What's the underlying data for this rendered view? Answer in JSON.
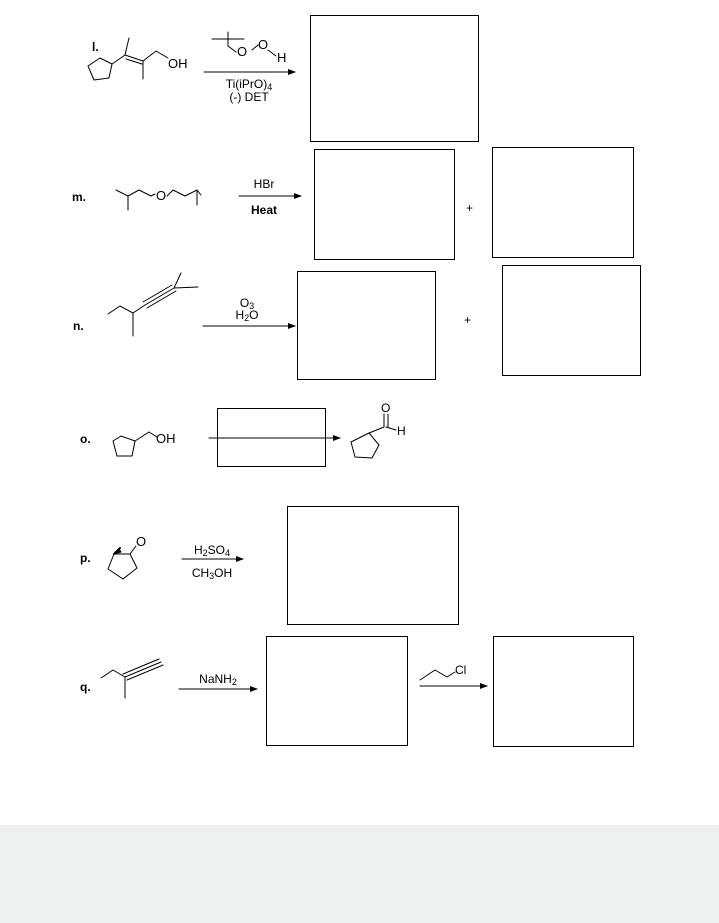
{
  "problems": [
    {
      "id": "l",
      "label": "l.",
      "reagents": [
        "Ti(iPrO)4",
        "(-) DET"
      ],
      "atoms": {
        "oh": "OH",
        "o1": "O",
        "o2": "O",
        "h": "H"
      }
    },
    {
      "id": "m",
      "label": "m.",
      "reagents": [
        "HBr",
        "Heat"
      ],
      "atoms": {
        "o": "O"
      },
      "plus": "+"
    },
    {
      "id": "n",
      "label": "n.",
      "reagents": [
        "O3",
        "H2O"
      ],
      "plus": "+"
    },
    {
      "id": "o",
      "label": "o.",
      "atoms": {
        "oh": "OH",
        "o": "O",
        "h": "H"
      }
    },
    {
      "id": "p",
      "label": "p.",
      "reagents": [
        "H2SO4",
        "CH3OH"
      ],
      "atoms": {
        "o": "O"
      }
    },
    {
      "id": "q",
      "label": "q.",
      "reagents": [
        "NaNH2"
      ],
      "atoms": {
        "cl": "Cl"
      }
    }
  ]
}
